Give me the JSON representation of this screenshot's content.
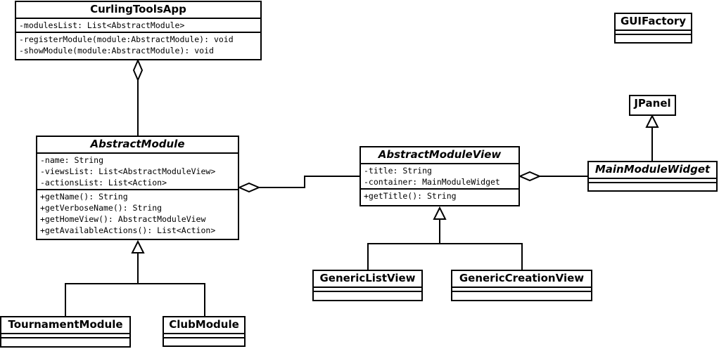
{
  "diagram": {
    "classes": {
      "curling_tools_app": {
        "name": "CurlingToolsApp",
        "attributes": [
          "-modulesList: List<AbstractModule>"
        ],
        "methods": [
          "-registerModule(module:AbstractModule): void",
          "-showModule(module:AbstractModule): void"
        ]
      },
      "gui_factory": {
        "name": "GUIFactory"
      },
      "jpanel": {
        "name": "JPanel"
      },
      "abstract_module": {
        "name": "AbstractModule",
        "attributes": [
          "-name: String",
          "-viewsList: List<AbstractModuleView>",
          "-actionsList: List<Action>"
        ],
        "methods": [
          "+getName(): String",
          "+getVerboseName(): String",
          "+getHomeView(): AbstractModuleView",
          "+getAvailableActions(): List<Action>"
        ]
      },
      "abstract_module_view": {
        "name": "AbstractModuleView",
        "attributes": [
          "-title: String",
          "-container: MainModuleWidget"
        ],
        "methods": [
          "+getTitle(): String"
        ]
      },
      "main_module_widget": {
        "name": "MainModuleWidget"
      },
      "generic_list_view": {
        "name": "GenericListView"
      },
      "generic_creation_view": {
        "name": "GenericCreationView"
      },
      "tournament_module": {
        "name": "TournamentModule"
      },
      "club_module": {
        "name": "ClubModule"
      }
    }
  }
}
